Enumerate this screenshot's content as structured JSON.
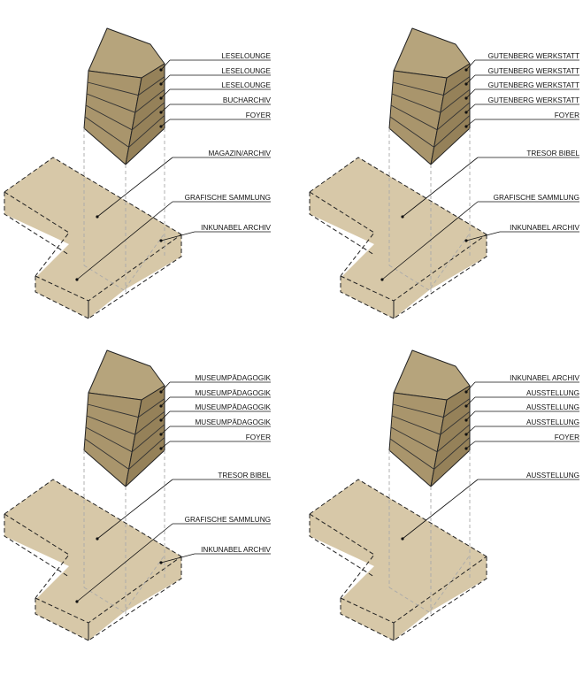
{
  "colors": {
    "tower_front": "#a9956c",
    "tower_side": "#958159",
    "tower_top": "#b6a47c",
    "base_fill": "#d7c8a8",
    "line": "#222222",
    "ghost_line": "#aaaaaa"
  },
  "panels": [
    {
      "id": "top-left",
      "tower_labels": [
        "LESELOUNGE",
        "LESELOUNGE",
        "LESELOUNGE",
        "BUCHARCHIV",
        "FOYER"
      ],
      "base_labels": [
        "MAGAZIN/ARCHIV",
        "GRAFISCHE SAMMLUNG",
        "INKUNABEL ARCHIV"
      ]
    },
    {
      "id": "top-right",
      "tower_labels": [
        "GUTENBERG WERKSTATT",
        "GUTENBERG WERKSTATT",
        "GUTENBERG WERKSTATT",
        "GUTENBERG WERKSTATT",
        "FOYER"
      ],
      "base_labels": [
        "TRESOR BIBEL",
        "GRAFISCHE SAMMLUNG",
        "INKUNABEL ARCHIV"
      ]
    },
    {
      "id": "bottom-left",
      "tower_labels": [
        "MUSEUMPÄDAGOGIK",
        "MUSEUMPÄDAGOGIK",
        "MUSEUMPÄDAGOGIK",
        "MUSEUMPÄDAGOGIK",
        "FOYER"
      ],
      "base_labels": [
        "TRESOR BIBEL",
        "GRAFISCHE SAMMLUNG",
        "INKUNABEL ARCHIV"
      ]
    },
    {
      "id": "bottom-right",
      "tower_labels": [
        "INKUNABEL ARCHIV",
        "AUSSTELLUNG",
        "AUSSTELLUNG",
        "AUSSTELLUNG",
        "FOYER"
      ],
      "base_labels": [
        "AUSSTELLUNG"
      ]
    }
  ]
}
